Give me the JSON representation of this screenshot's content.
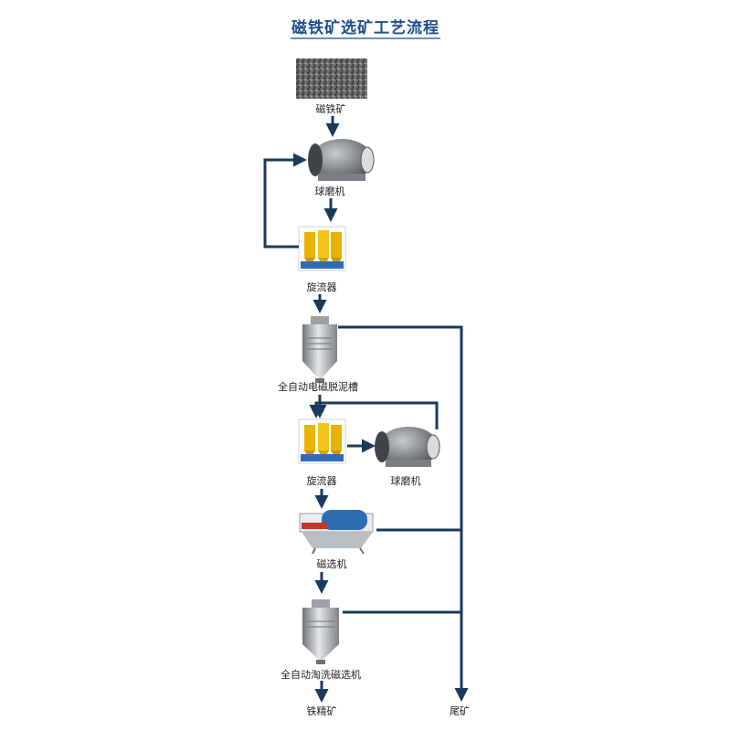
{
  "title": "磁铁矿选矿工艺流程",
  "labels": {
    "ore": "磁铁矿",
    "ball_mill_1": "球磨机",
    "cyclone_1": "旋流器",
    "desliming_tank": "全自动电磁脱泥槽",
    "cyclone_2": "旋流器",
    "ball_mill_2": "球磨机",
    "magnetic_separator": "磁选机",
    "elutriation_separator": "全自动淘洗磁选机",
    "concentrate": "铁精矿",
    "tailings": "尾矿"
  },
  "equipment": [
    {
      "key": "ore",
      "icon": "ore-image"
    },
    {
      "key": "ball_mill_1",
      "icon": "ball-mill-image"
    },
    {
      "key": "cyclone_1",
      "icon": "hydrocyclone-image"
    },
    {
      "key": "desliming_tank",
      "icon": "desliming-tank-image"
    },
    {
      "key": "cyclone_2",
      "icon": "hydrocyclone-image"
    },
    {
      "key": "ball_mill_2",
      "icon": "ball-mill-image"
    },
    {
      "key": "magnetic_separator",
      "icon": "drum-magnetic-separator-image"
    },
    {
      "key": "elutriation_separator",
      "icon": "elutriation-separator-image"
    }
  ],
  "colors": {
    "line": "#1a3a5c",
    "title": "#1f4e8c",
    "cyclone_yellow": "#e8b400",
    "cyclone_blue": "#2e6db4",
    "steel": "#9aa0a6"
  }
}
